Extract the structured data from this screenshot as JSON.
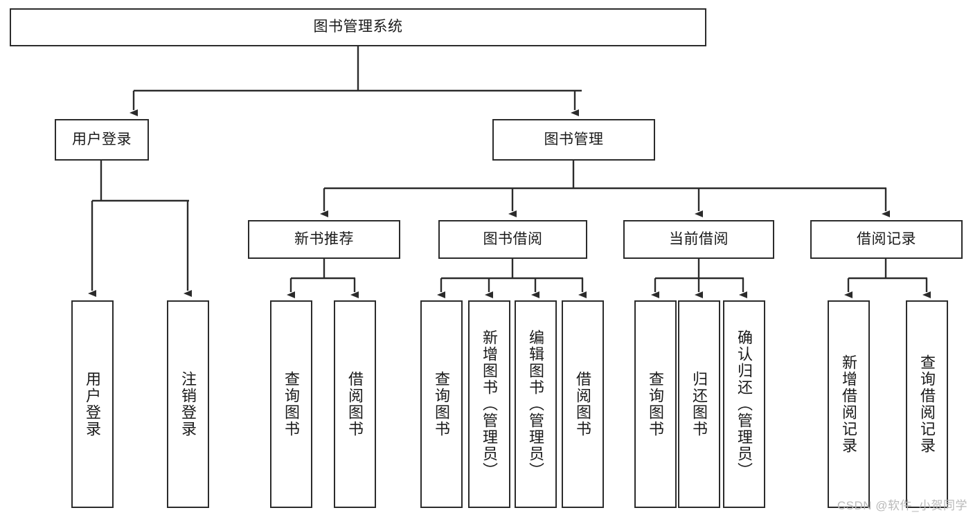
{
  "diagram": {
    "type": "tree-hierarchy",
    "title": "图书管理系统",
    "watermark": "CSDN @软件_小贺同学",
    "colors": {
      "border": "#2b2b2b",
      "background": "#ffffff",
      "text": "#1a1a1a",
      "watermark": "#b9b9b9"
    },
    "nodes": {
      "root": {
        "label": "图书管理系统",
        "level": 1,
        "orientation": "horizontal"
      },
      "user_login": {
        "label": "用户登录",
        "level": 2,
        "orientation": "horizontal"
      },
      "book_manage": {
        "label": "图书管理",
        "level": 2,
        "orientation": "horizontal"
      },
      "new_book_rec": {
        "label": "新书推荐",
        "level": 3,
        "orientation": "horizontal"
      },
      "book_borrow": {
        "label": "图书借阅",
        "level": 3,
        "orientation": "horizontal"
      },
      "current_borrow": {
        "label": "当前借阅",
        "level": 3,
        "orientation": "horizontal"
      },
      "borrow_record": {
        "label": "借阅记录",
        "level": 3,
        "orientation": "horizontal"
      },
      "leaf_user_login": {
        "label": "用户登录",
        "level": 3,
        "orientation": "vertical"
      },
      "leaf_logout": {
        "label": "注销登录",
        "level": 3,
        "orientation": "vertical"
      },
      "leaf_query_book_1": {
        "label": "查询图书",
        "level": 4,
        "orientation": "vertical"
      },
      "leaf_borrow_book_1": {
        "label": "借阅图书",
        "level": 4,
        "orientation": "vertical"
      },
      "leaf_query_book_2": {
        "label": "查询图书",
        "level": 4,
        "orientation": "vertical"
      },
      "leaf_add_book": {
        "label": "新增图书（管理员）",
        "level": 4,
        "orientation": "vertical"
      },
      "leaf_edit_book": {
        "label": "编辑图书（管理员）",
        "level": 4,
        "orientation": "vertical"
      },
      "leaf_borrow_book_2": {
        "label": "借阅图书",
        "level": 4,
        "orientation": "vertical"
      },
      "leaf_query_book_3": {
        "label": "查询图书",
        "level": 4,
        "orientation": "vertical"
      },
      "leaf_return_book": {
        "label": "归还图书",
        "level": 4,
        "orientation": "vertical"
      },
      "leaf_confirm_return": {
        "label": "确认归还（管理员）",
        "level": 4,
        "orientation": "vertical"
      },
      "leaf_add_record": {
        "label": "新增借阅记录",
        "level": 4,
        "orientation": "vertical"
      },
      "leaf_query_record": {
        "label": "查询借阅记录",
        "level": 4,
        "orientation": "vertical"
      }
    },
    "edges": [
      {
        "from": "root",
        "to": "user_login"
      },
      {
        "from": "root",
        "to": "book_manage"
      },
      {
        "from": "user_login",
        "to": "leaf_user_login"
      },
      {
        "from": "user_login",
        "to": "leaf_logout"
      },
      {
        "from": "book_manage",
        "to": "new_book_rec"
      },
      {
        "from": "book_manage",
        "to": "book_borrow"
      },
      {
        "from": "book_manage",
        "to": "current_borrow"
      },
      {
        "from": "book_manage",
        "to": "borrow_record"
      },
      {
        "from": "new_book_rec",
        "to": "leaf_query_book_1"
      },
      {
        "from": "new_book_rec",
        "to": "leaf_borrow_book_1"
      },
      {
        "from": "book_borrow",
        "to": "leaf_query_book_2"
      },
      {
        "from": "book_borrow",
        "to": "leaf_add_book"
      },
      {
        "from": "book_borrow",
        "to": "leaf_edit_book"
      },
      {
        "from": "book_borrow",
        "to": "leaf_borrow_book_2"
      },
      {
        "from": "current_borrow",
        "to": "leaf_query_book_3"
      },
      {
        "from": "current_borrow",
        "to": "leaf_return_book"
      },
      {
        "from": "current_borrow",
        "to": "leaf_confirm_return"
      },
      {
        "from": "borrow_record",
        "to": "leaf_add_record"
      },
      {
        "from": "borrow_record",
        "to": "leaf_query_record"
      }
    ]
  }
}
